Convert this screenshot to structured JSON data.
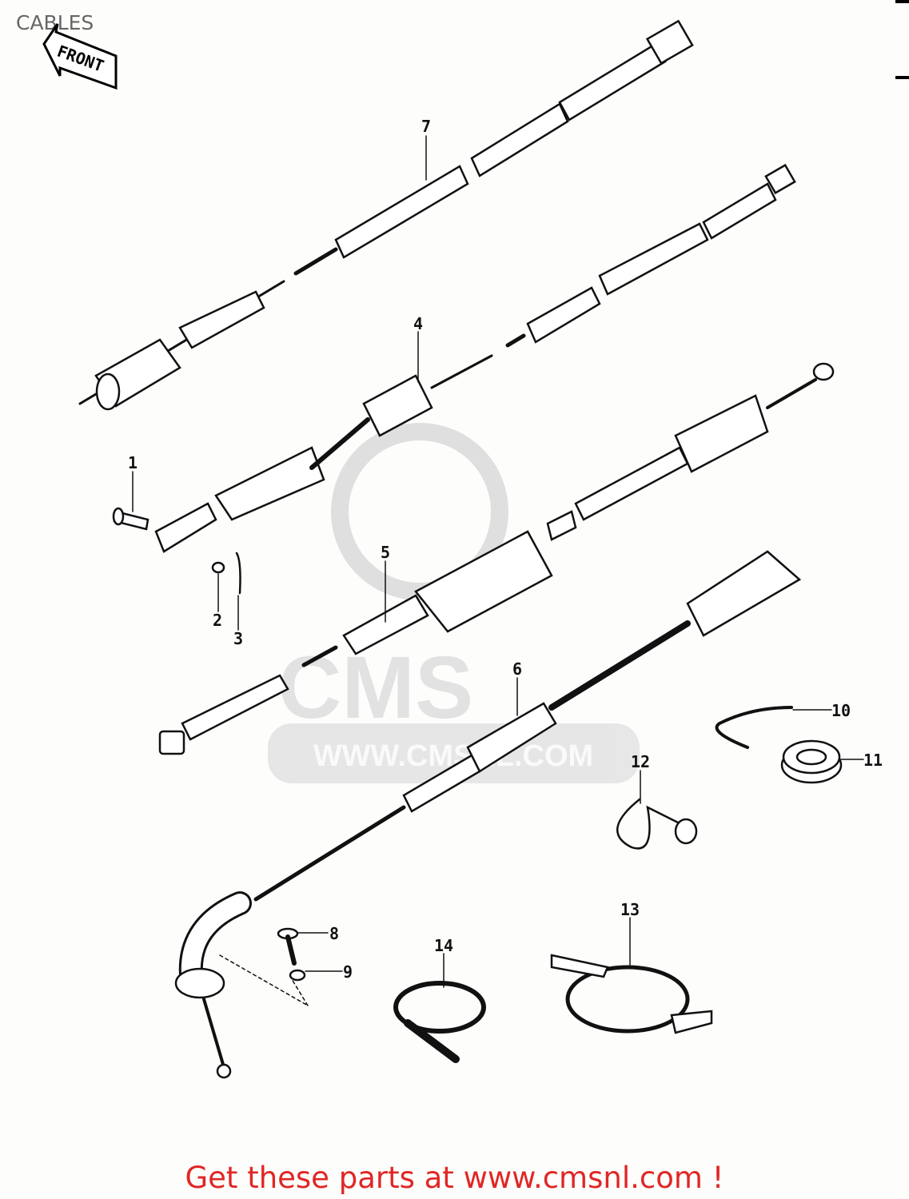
{
  "title": "CABLES",
  "front_sign": "FRONT",
  "watermark": {
    "logo_text": "CMS",
    "url": "WWW.CMSNL.COM"
  },
  "callouts": {
    "p1": "1",
    "p2": "2",
    "p3": "3",
    "p4": "4",
    "p5": "5",
    "p6": "6",
    "p7": "7",
    "p8": "8",
    "p9": "9",
    "p10": "10",
    "p11": "11",
    "p12": "12",
    "p13": "13",
    "p14": "14"
  },
  "footer": "Get these parts at www.cmsnl.com !",
  "colors": {
    "footer": "#e02626",
    "title": "#666666",
    "watermark": "#d8d8d8"
  }
}
